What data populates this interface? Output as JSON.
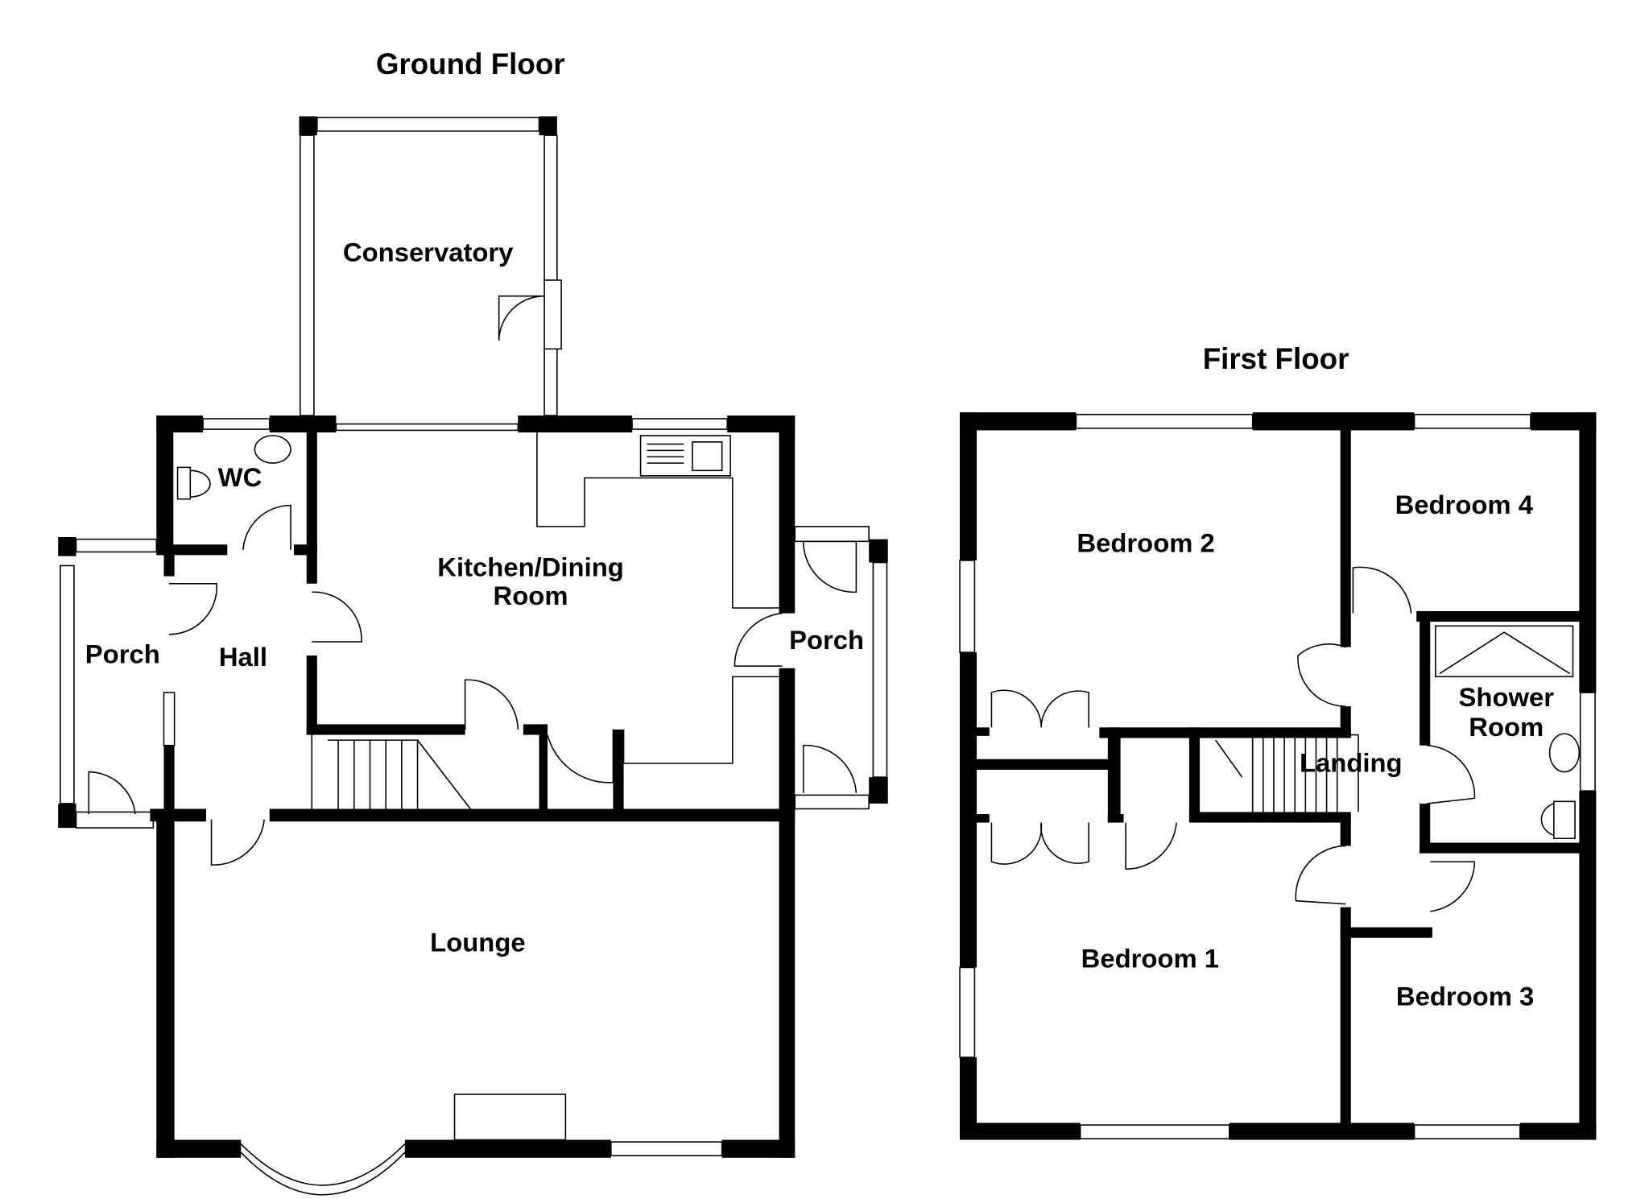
{
  "ground_floor": {
    "title": "Ground Floor",
    "rooms": {
      "conservatory": "Conservatory",
      "wc": "WC",
      "kitchen_line1": "Kitchen/Dining",
      "kitchen_line2": "Room",
      "porch_left": "Porch",
      "hall": "Hall",
      "porch_right": "Porch",
      "lounge": "Lounge"
    }
  },
  "first_floor": {
    "title": "First Floor",
    "rooms": {
      "bedroom2": "Bedroom 2",
      "bedroom4": "Bedroom 4",
      "shower_line1": "Shower",
      "shower_line2": "Room",
      "landing": "Landing",
      "bedroom1": "Bedroom 1",
      "bedroom3": "Bedroom 3"
    }
  }
}
